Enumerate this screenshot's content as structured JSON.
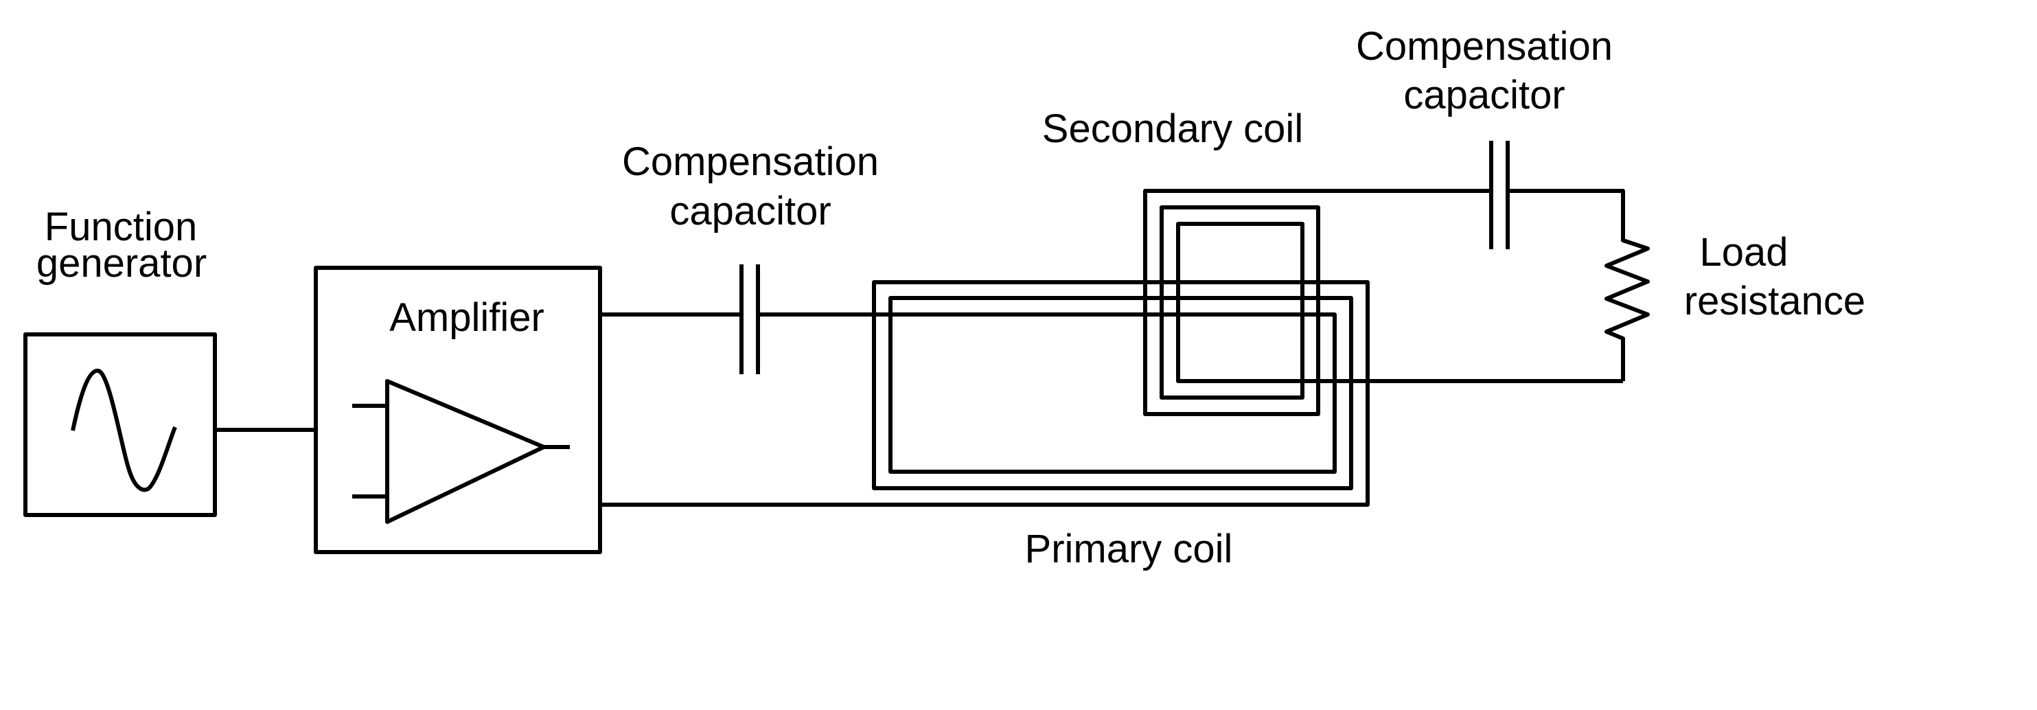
{
  "diagram": {
    "title": "Wireless power transfer circuit",
    "colors": {
      "stroke": "#000000",
      "background": "#ffffff"
    },
    "components": {
      "function_generator": {
        "label_line1": "Function",
        "label_line2": "generator",
        "icon": "sine-wave-icon"
      },
      "amplifier": {
        "label": "Amplifier",
        "icon": "op-amp-triangle-icon"
      },
      "primary_capacitor": {
        "label_line1": "Compensation",
        "label_line2": "capacitor"
      },
      "primary_coil": {
        "label": "Primary coil",
        "turns": 3
      },
      "secondary_coil": {
        "label": "Secondary coil",
        "turns": 3
      },
      "secondary_capacitor": {
        "label_line1": "Compensation",
        "label_line2": "capacitor"
      },
      "load": {
        "label_line1": "Load",
        "label_line2": "resistance",
        "icon": "resistor-zigzag-icon"
      }
    },
    "connections": [
      {
        "from": "Function generator",
        "to": "Amplifier"
      },
      {
        "from": "Amplifier",
        "to": "Compensation capacitor (primary)"
      },
      {
        "from": "Compensation capacitor (primary)",
        "to": "Primary coil"
      },
      {
        "from": "Primary coil",
        "to": "Amplifier"
      },
      {
        "from": "Secondary coil",
        "to": "Compensation capacitor (secondary)"
      },
      {
        "from": "Compensation capacitor (secondary)",
        "to": "Load resistance"
      },
      {
        "from": "Load resistance",
        "to": "Secondary coil"
      }
    ]
  }
}
